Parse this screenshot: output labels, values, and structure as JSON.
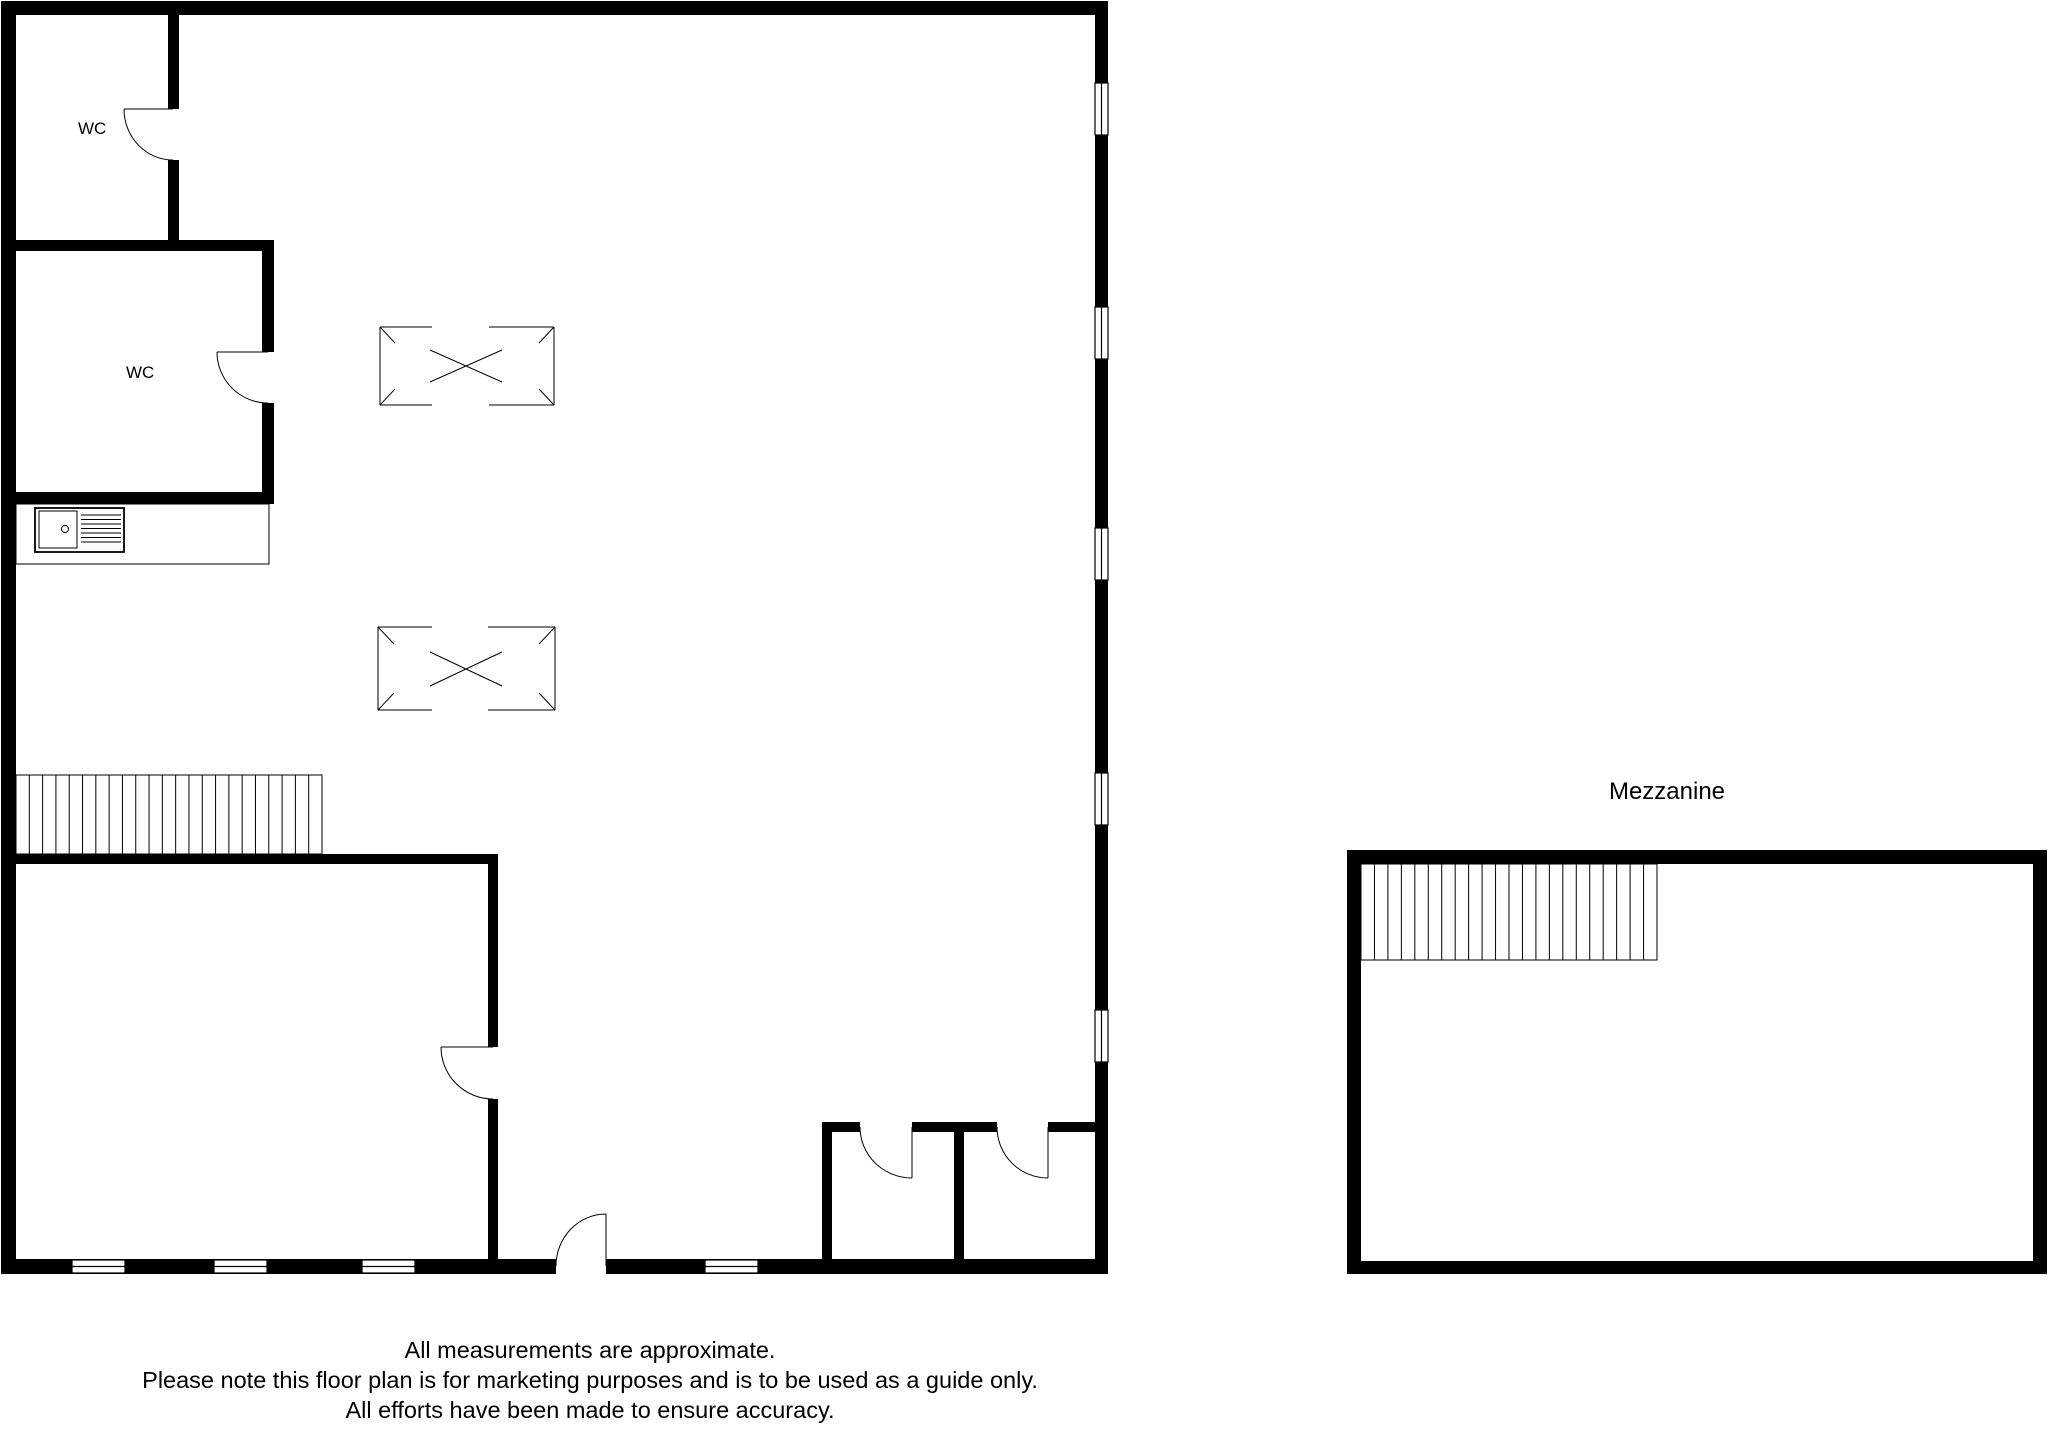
{
  "labels": {
    "wc_upper": "WC",
    "wc_lower": "WC",
    "mezzanine_title": "Mezzanine"
  },
  "disclaimer": {
    "line1": "All measurements are approximate.",
    "line2": "Please note this floor plan is for marketing purposes and is to be used as a guide only.",
    "line3": "All efforts have been made to ensure accuracy."
  }
}
